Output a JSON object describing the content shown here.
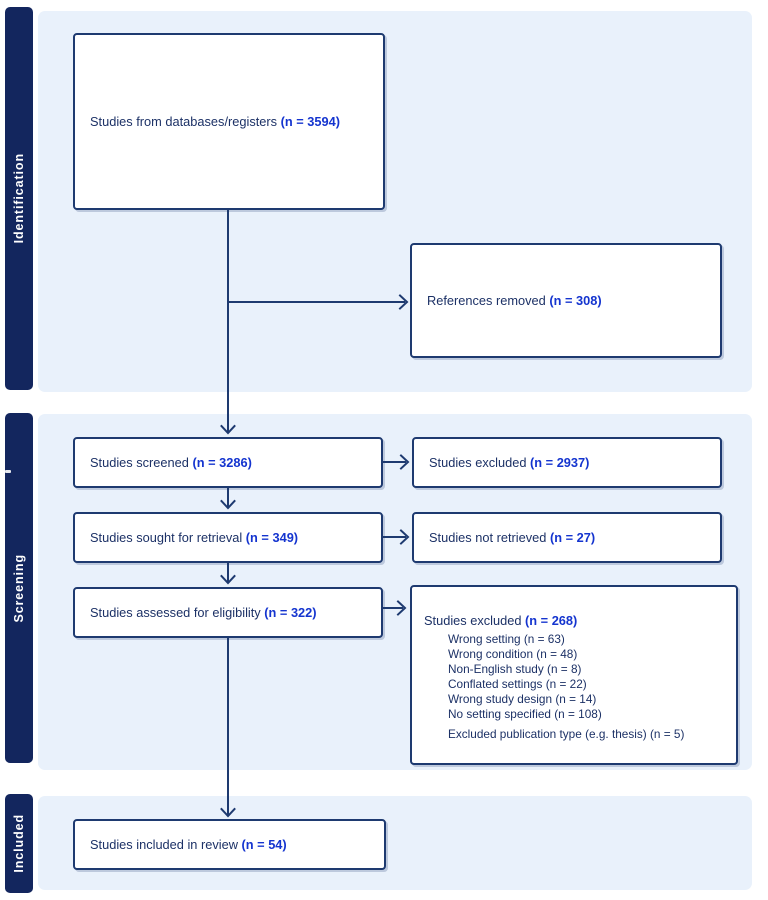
{
  "diagram": {
    "stages": [
      {
        "label": "Identification"
      },
      {
        "label": "Screening"
      },
      {
        "label": "Included"
      }
    ],
    "boxes": {
      "databases": {
        "label": "Studies from databases/registers",
        "count": "(n = 3594)"
      },
      "references_removed": {
        "label": "References removed",
        "count": "(n = 308)"
      },
      "screened": {
        "label": "Studies screened",
        "count": "(n = 3286)"
      },
      "excluded": {
        "label": "Studies excluded",
        "count": "(n = 2937)"
      },
      "sought": {
        "label": "Studies sought for retrieval",
        "count": "(n = 349)"
      },
      "not_retrieved": {
        "label": "Studies not retrieved",
        "count": "(n = 27)"
      },
      "assessed": {
        "label": "Studies assessed for eligibility",
        "count": "(n = 322)"
      },
      "excluded_reasons": {
        "label": "Studies excluded",
        "count": "(n = 268)",
        "items": [
          "Wrong setting (n = 63)",
          "Wrong condition (n = 48)",
          "Non-English study (n = 8)",
          "Conflated settings (n = 22)",
          "Wrong study design (n = 14)",
          "No setting specified (n = 108)",
          "Excluded publication type (e.g. thesis) (n = 5)"
        ]
      },
      "included": {
        "label": "Studies included in review",
        "count": "(n = 54)"
      }
    },
    "colors": {
      "stage_bar": "#13265e",
      "panel": "#e9f1fb",
      "box_border": "#1e3a70",
      "label_text": "#1c3166",
      "count_text": "#1434cf",
      "background": "#ffffff"
    }
  }
}
